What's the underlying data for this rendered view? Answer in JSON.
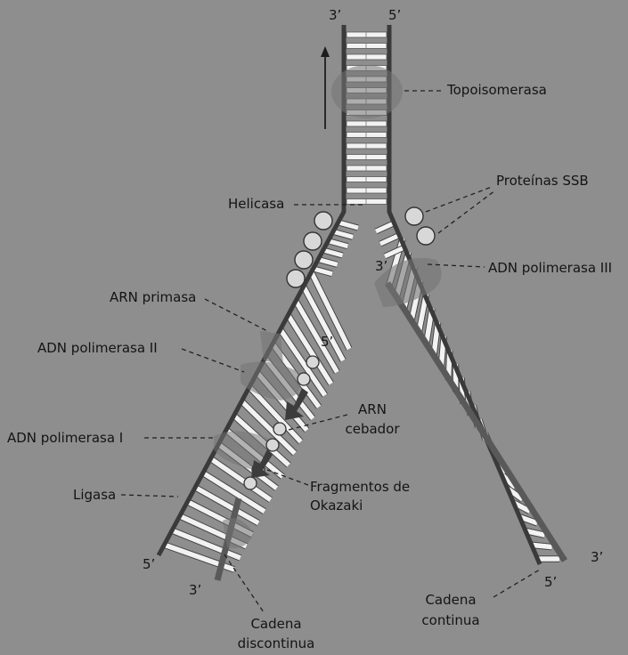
{
  "colors": {
    "background": "#8e8e8e",
    "strand": "#3a3a3a",
    "new_strand": "#595959",
    "rung": "#f2f2f2",
    "enzyme": "#747474",
    "ball": "#d8d8d8",
    "text": "#141414"
  },
  "ends": {
    "top_left": "3’",
    "top_right": "5’",
    "lead_start": "3’",
    "lag_tip_5": "5’",
    "lag_bottom_5": "5’",
    "lag_bottom_3": "3’",
    "right_bottom_5": "5’",
    "right_bottom_3": "3’"
  },
  "labels": {
    "topoisomerasa": "Topoisomerasa",
    "proteinas_ssb": "Proteínas SSB",
    "helicasa": "Helicasa",
    "adn_pol_iii": "ADN polimerasa III",
    "arn_primasa": "ARN primasa",
    "adn_pol_ii": "ADN polimerasa II",
    "adn_pol_i": "ADN polimerasa I",
    "arn_cebador_l1": "ARN",
    "arn_cebador_l2": "cebador",
    "ligasa": "Ligasa",
    "okazaki_l1": "Fragmentos de",
    "okazaki_l2": "Okazaki",
    "cad_disc_l1": "Cadena",
    "cad_disc_l2": "discontinua",
    "cad_cont_l1": "Cadena",
    "cad_cont_l2": "continua"
  }
}
